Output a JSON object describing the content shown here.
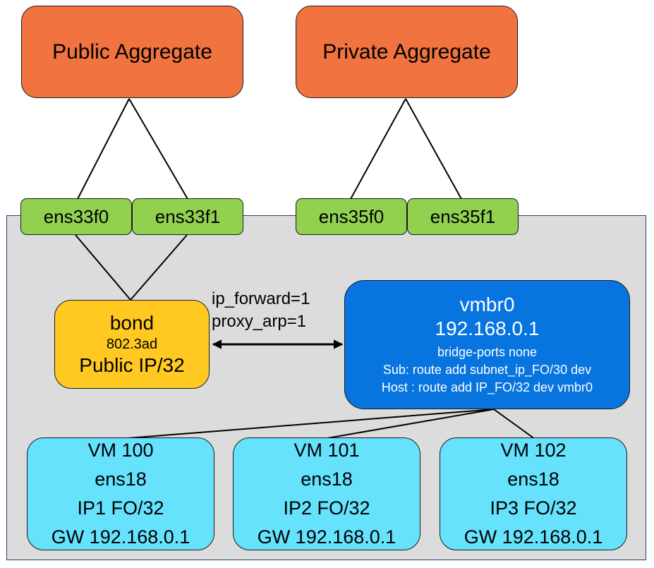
{
  "aggregates": {
    "public": "Public Aggregate",
    "private": "Private Aggregate"
  },
  "nics": [
    "ens33f0",
    "ens33f1",
    "ens35f0",
    "ens35f1"
  ],
  "bond": {
    "title": "bond",
    "mode": "802.3ad",
    "ip": "Public IP/32"
  },
  "forwarding": {
    "line1": "ip_forward=1",
    "line2": "proxy_arp=1"
  },
  "vmbr": {
    "name": "vmbr0",
    "ip": "192.168.0.1",
    "ports": "bridge-ports none",
    "sub": "Sub: route add subnet_ip_FO/30 dev",
    "host": "Host : route add IP_FO/32 dev vmbr0"
  },
  "vms": [
    {
      "name": "VM 100",
      "iface": "ens18",
      "ip": "IP1 FO/32",
      "gw": "GW 192.168.0.1"
    },
    {
      "name": "VM 101",
      "iface": "ens18",
      "ip": "IP2 FO/32",
      "gw": "GW 192.168.0.1"
    },
    {
      "name": "VM 102",
      "iface": "ens18",
      "ip": "IP3 FO/32",
      "gw": "GW 192.168.0.1"
    }
  ],
  "colors": {
    "aggregate": "#f07340",
    "nic": "#92d050",
    "bond": "#ffc921",
    "vmbr": "#0774e0",
    "vm": "#66e2fd",
    "host_area": "#dcdcdc"
  }
}
